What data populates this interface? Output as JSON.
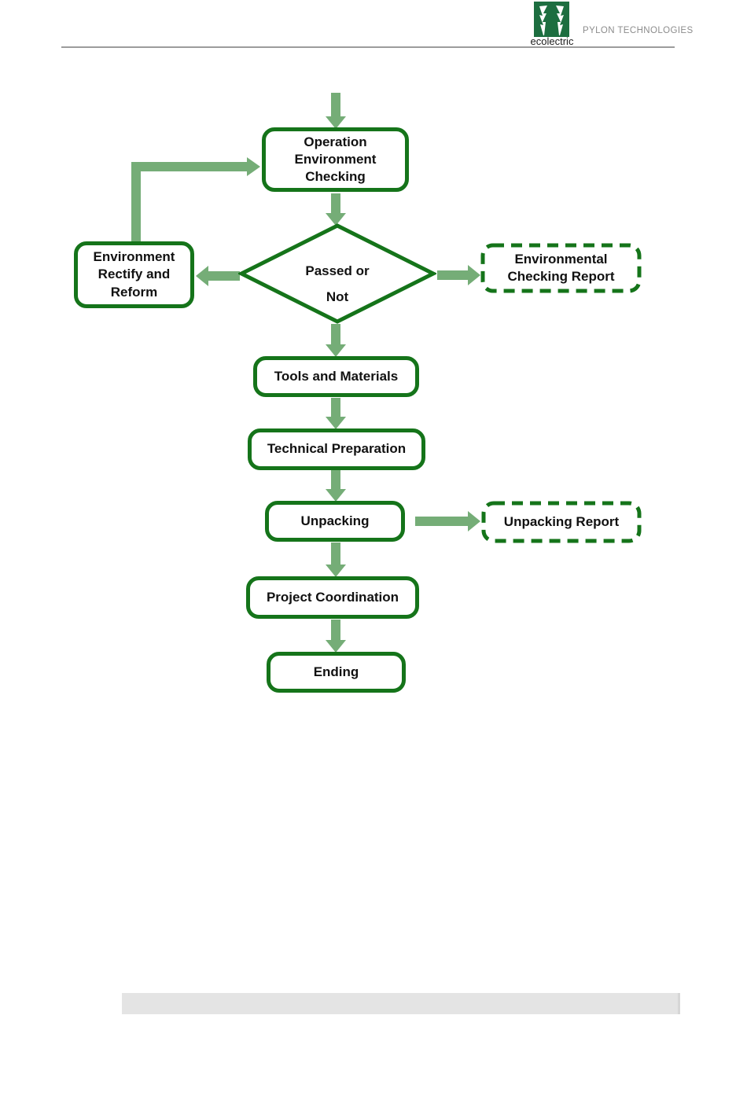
{
  "header": {
    "brand": "ecolectric",
    "company": "PYLON TECHNOLOGIES",
    "logo_icon": "pine-tree-lightning-icon",
    "colors": {
      "logo_green": "#1d6e40",
      "company_text": "#8c8c8c",
      "rule": "#9c9c9c"
    }
  },
  "flowchart": {
    "colors": {
      "node_border": "#15741a",
      "arrow": "#75ad77",
      "text": "#111111"
    },
    "nodes": {
      "operation": {
        "label": "Operation\nEnvironment\nChecking",
        "type": "process"
      },
      "decision": {
        "label": "Passed or\nNot",
        "type": "decision"
      },
      "rectify": {
        "label": "Environment\nRectify and\nReform",
        "type": "process"
      },
      "env_report": {
        "label": "Environmental\nChecking Report",
        "type": "document-dashed"
      },
      "tools": {
        "label": "Tools and Materials",
        "type": "process"
      },
      "technical": {
        "label": "Technical Preparation",
        "type": "process"
      },
      "unpacking": {
        "label": "Unpacking",
        "type": "process"
      },
      "unpacking_report": {
        "label": "Unpacking Report",
        "type": "document-dashed"
      },
      "coordination": {
        "label": "Project Coordination",
        "type": "process"
      },
      "ending": {
        "label": "Ending",
        "type": "process"
      }
    },
    "edges": [
      {
        "from": "top",
        "to": "operation"
      },
      {
        "from": "operation",
        "to": "decision"
      },
      {
        "from": "decision",
        "to": "rectify"
      },
      {
        "from": "rectify",
        "to": "operation"
      },
      {
        "from": "decision",
        "to": "env_report"
      },
      {
        "from": "decision",
        "to": "tools"
      },
      {
        "from": "tools",
        "to": "technical"
      },
      {
        "from": "technical",
        "to": "unpacking"
      },
      {
        "from": "unpacking",
        "to": "unpacking_report"
      },
      {
        "from": "unpacking",
        "to": "coordination"
      },
      {
        "from": "coordination",
        "to": "ending"
      }
    ]
  }
}
